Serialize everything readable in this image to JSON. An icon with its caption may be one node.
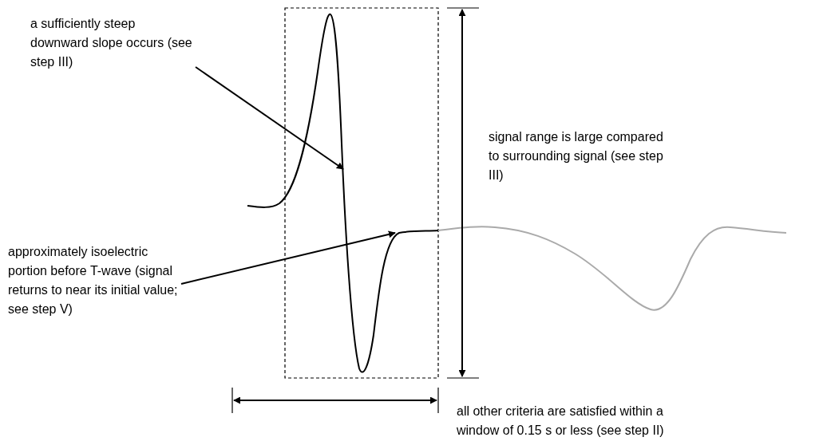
{
  "diagram": {
    "nodes": [
      {
        "text": [
          "a sufficiently steep downward slope occurs (see step III)"
        ]
      },
      {
        "text": [
          "approximately isoelectric portion before T-wave (signal returns to near its initial value; see step V)"
        ]
      }
    ],
    "edges": [
      {
        "from": 0,
        "to": null,
        "arrow": "to"
      },
      {
        "from": 1,
        "to": null,
        "arrow": "to"
      }
    ],
    "labels": [
      "signal range is large compared to surrounding signal (see step III)",
      "all other criteria are satisfied within a window of 0.15 s or less (see step II)"
    ]
  }
}
